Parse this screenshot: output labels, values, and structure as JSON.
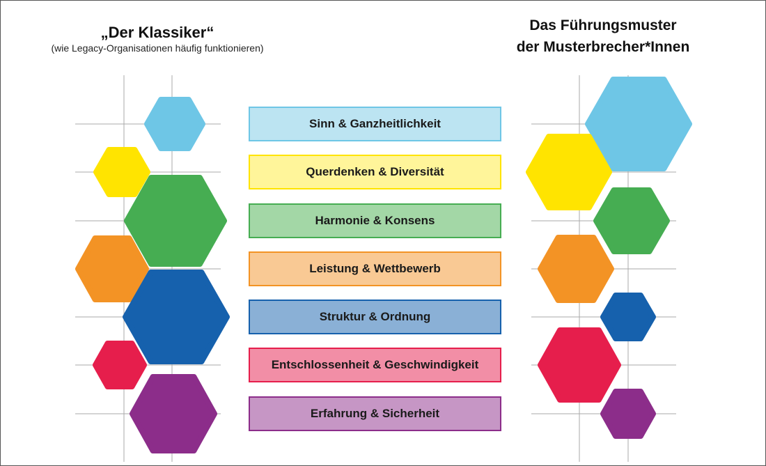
{
  "left": {
    "title": "„Der Klassiker“",
    "subtitle": "(wie Legacy-Organisationen häufig funktionieren)"
  },
  "right": {
    "title_line1": "Das Führungsmuster",
    "title_line2": "der Musterbrecher*Innen"
  },
  "categories": [
    {
      "label": "Sinn & Ganzheitlichkeit",
      "color": "#6ec6e6",
      "fill": "#bce4f2"
    },
    {
      "label": "Querdenken & Diversität",
      "color": "#ffe400",
      "fill": "#fff59a"
    },
    {
      "label": "Harmonie & Konsens",
      "color": "#46ad52",
      "fill": "#a3d7a6"
    },
    {
      "label": "Leistung & Wettbewerb",
      "color": "#f39325",
      "fill": "#f9c994"
    },
    {
      "label": "Struktur & Ordnung",
      "color": "#1661ad",
      "fill": "#8ab0d6"
    },
    {
      "label": "Entschlossenheit & Geschwindigkeit",
      "color": "#e61e4c",
      "fill": "#f28ea6"
    },
    {
      "label": "Erfahrung & Sicherheit",
      "color": "#8c2d8a",
      "fill": "#c696c5"
    }
  ]
}
